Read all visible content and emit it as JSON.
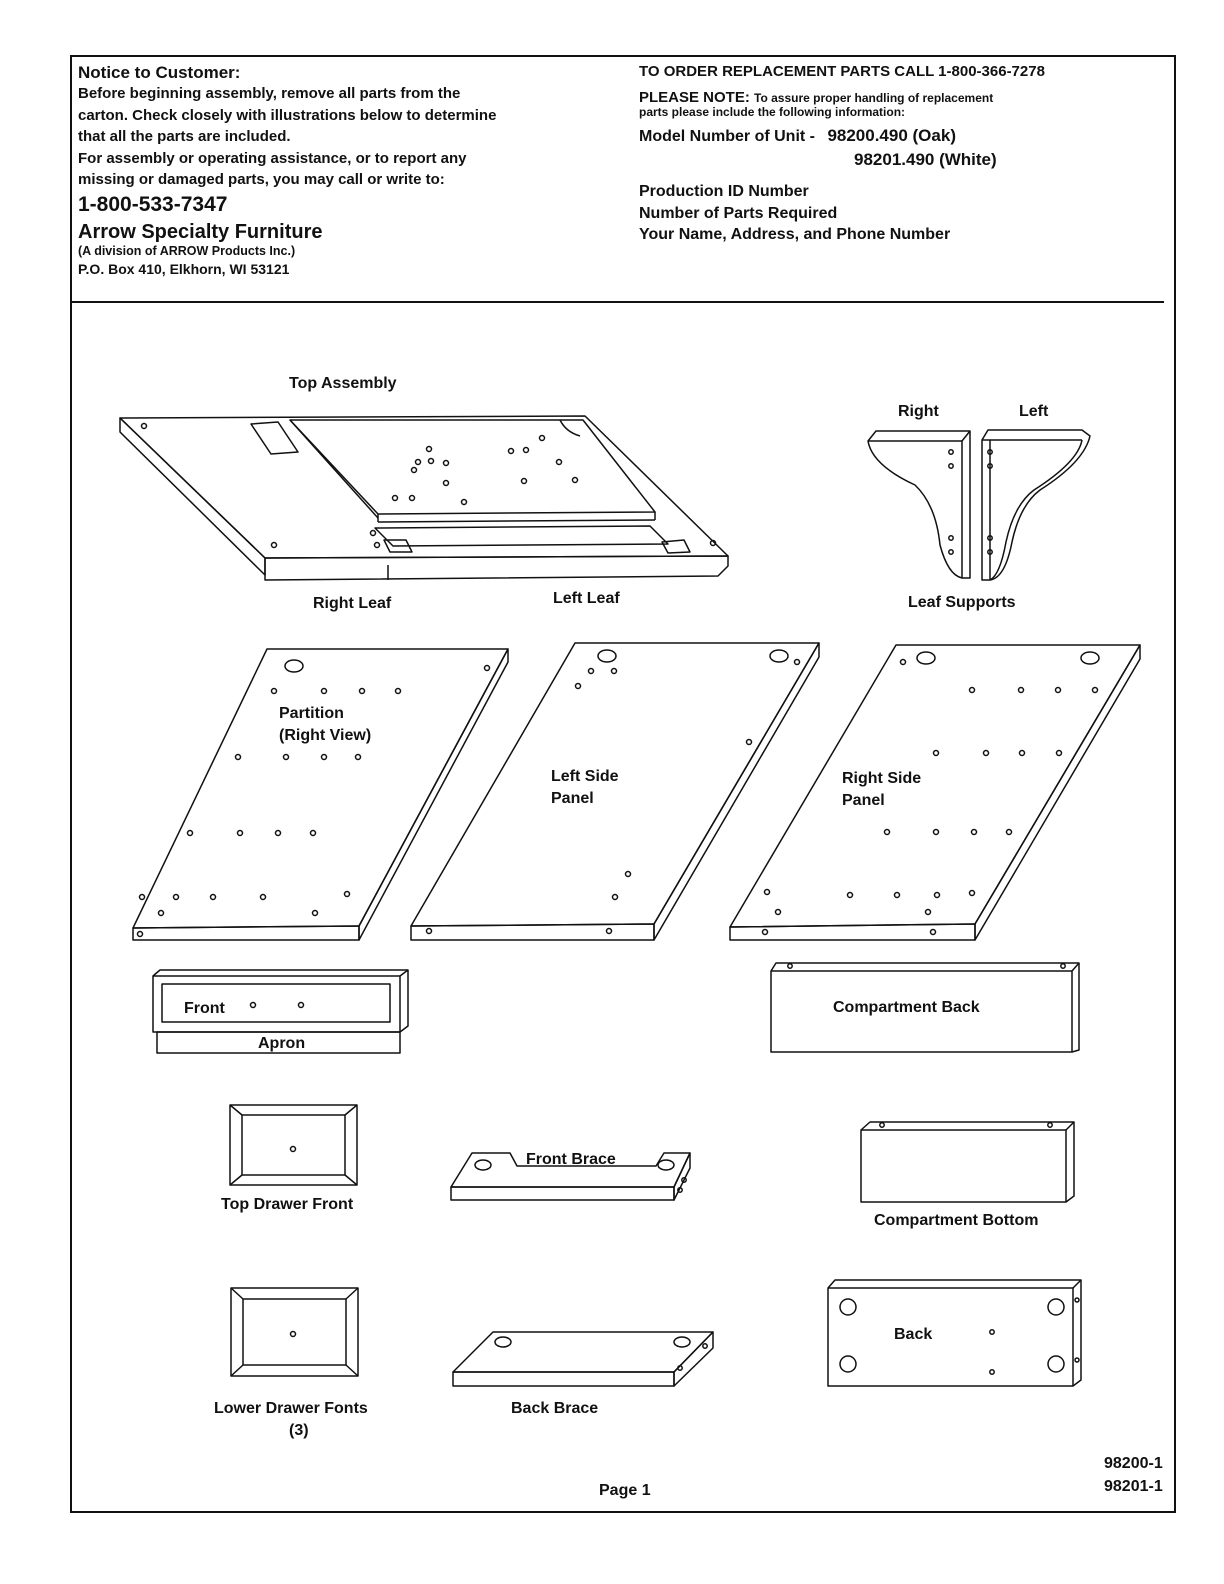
{
  "notice": {
    "heading": "Notice to Customer:",
    "line1": "Before beginning assembly, remove all parts from the",
    "line2": "carton. Check closely with illustrations below to determine",
    "line3": "that all the parts are included.",
    "line4": "For assembly or operating assistance, or to report any",
    "line5": "missing or damaged parts, you may call or write to:",
    "phone": "1-800-533-7347",
    "company": "Arrow Specialty Furniture",
    "division": "(A division of ARROW Products Inc.)",
    "address": "P.O. Box 410, Elkhorn, WI  53121"
  },
  "order": {
    "heading": "TO ORDER REPLACEMENT PARTS CALL 1-800-366-7278",
    "please_note": "PLEASE NOTE:",
    "note_line1": "To assure proper handling of replacement",
    "note_line2": "parts please include the following information:",
    "model_label": "Model Number of Unit -",
    "model_oak": "98200.490 (Oak)",
    "model_white": "98201.490 (White)",
    "item1": "Production ID Number",
    "item2": "Number of Parts Required",
    "item3": "Your Name, Address, and Phone Number"
  },
  "parts": {
    "top_assembly": "Top Assembly",
    "right_leaf": "Right Leaf",
    "left_leaf": "Left Leaf",
    "right": "Right",
    "left": "Left",
    "leaf_supports": "Leaf Supports",
    "partition_1": "Partition",
    "partition_2": "(Right View)",
    "left_side_1": "Left Side",
    "left_side_2": "Panel",
    "right_side_1": "Right Side",
    "right_side_2": "Panel",
    "front": "Front",
    "apron": "Apron",
    "compartment_back": "Compartment Back",
    "top_drawer_front": "Top Drawer Front",
    "front_brace": "Front Brace",
    "compartment_bottom": "Compartment Bottom",
    "lower_drawer_fonts": "Lower Drawer Fonts",
    "lower_drawer_count": "(3)",
    "back_brace": "Back Brace",
    "back": "Back"
  },
  "footer": {
    "page": "Page 1",
    "code1": "98200-1",
    "code2": "98201-1"
  }
}
